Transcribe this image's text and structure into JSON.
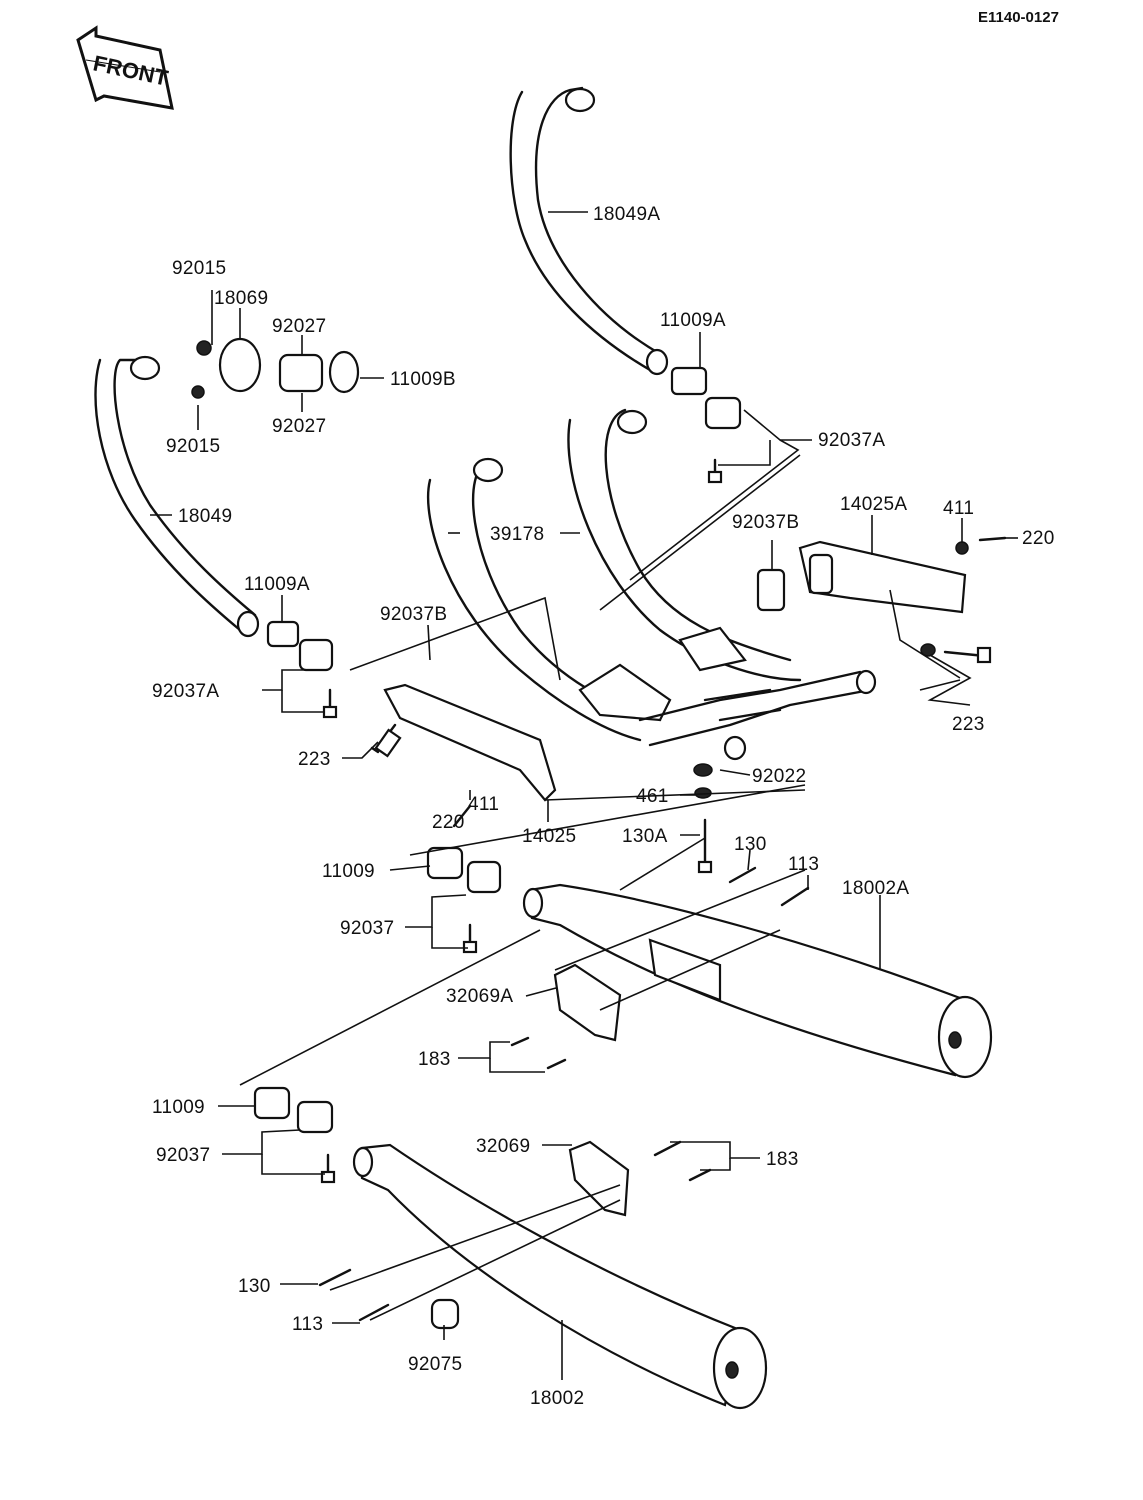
{
  "diagram_code": "E1140-0127",
  "front_label": "FRONT",
  "colors": {
    "ink": "#111111",
    "paper": "#ffffff"
  },
  "parts": {
    "p18049A": "18049A",
    "p11009A_r": "11009A",
    "p92037A_r": "92037A",
    "p14025A": "14025A",
    "p411_r": "411",
    "p220_r": "220",
    "p92037B_r": "92037B",
    "p223_r": "223",
    "p39178": "39178",
    "p92015_top": "92015",
    "p18069": "18069",
    "p92027_top": "92027",
    "p11009B": "11009B",
    "p92015_bot": "92015",
    "p92027_bot": "92027",
    "p18049": "18049",
    "p11009A_l": "11009A",
    "p92037B_l": "92037B",
    "p92037A_l": "92037A",
    "p223_l": "223",
    "p92022": "92022",
    "p461": "461",
    "p411_l": "411",
    "p220_l": "220",
    "p14025": "14025",
    "p130A": "130A",
    "p130_top": "130",
    "p113_top": "113",
    "p18002A": "18002A",
    "p11009_top": "11009",
    "p92037_top": "92037",
    "p32069A": "32069A",
    "p183_top": "183",
    "p11009_bot": "11009",
    "p92037_bot": "92037",
    "p32069": "32069",
    "p183_bot": "183",
    "p130_bot": "130",
    "p113_bot": "113",
    "p92075": "92075",
    "p18002": "18002"
  }
}
